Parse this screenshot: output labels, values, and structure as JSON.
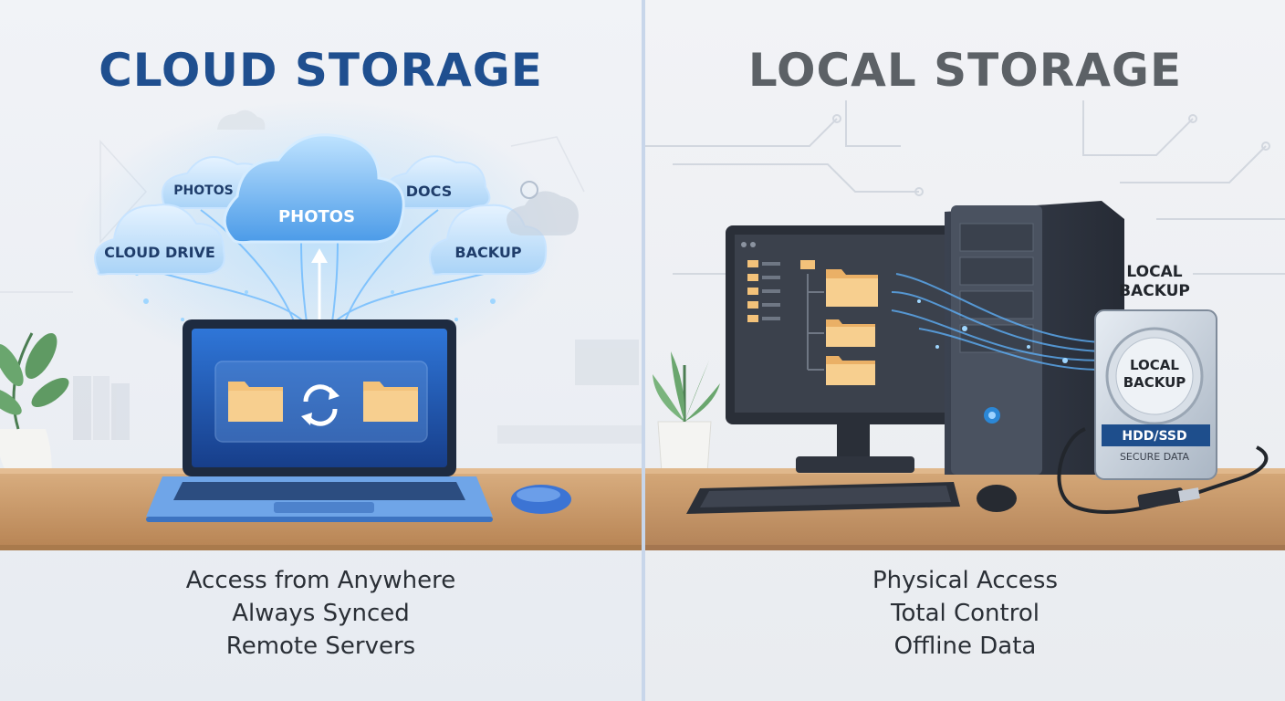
{
  "cloud": {
    "title": "CLOUD STORAGE",
    "clouds": {
      "photos_small": "PHOTOS",
      "photos_main": "PHOTOS",
      "docs": "DOCS",
      "cloud_drive": "CLOUD DRIVE",
      "backup": "BACKUP"
    },
    "features": [
      "Access from Anywhere",
      "Always Synced",
      "Remote Servers"
    ]
  },
  "local": {
    "title": "LOCAL STORAGE",
    "backup_label_line1": "LOCAL",
    "backup_label_line2": "BACKUP",
    "drive": {
      "label_line1": "LOCAL",
      "label_line2": "BACKUP",
      "type": "HDD/SSD",
      "caption": "SECURE DATA"
    },
    "features": [
      "Physical Access",
      "Total Control",
      "Offline Data"
    ]
  },
  "colors": {
    "cloud_title": "#1f4f8f",
    "local_title": "#5c6166",
    "desk": "#c99a6c",
    "folder": "#f3c27a",
    "glow": "#4da3ff"
  }
}
